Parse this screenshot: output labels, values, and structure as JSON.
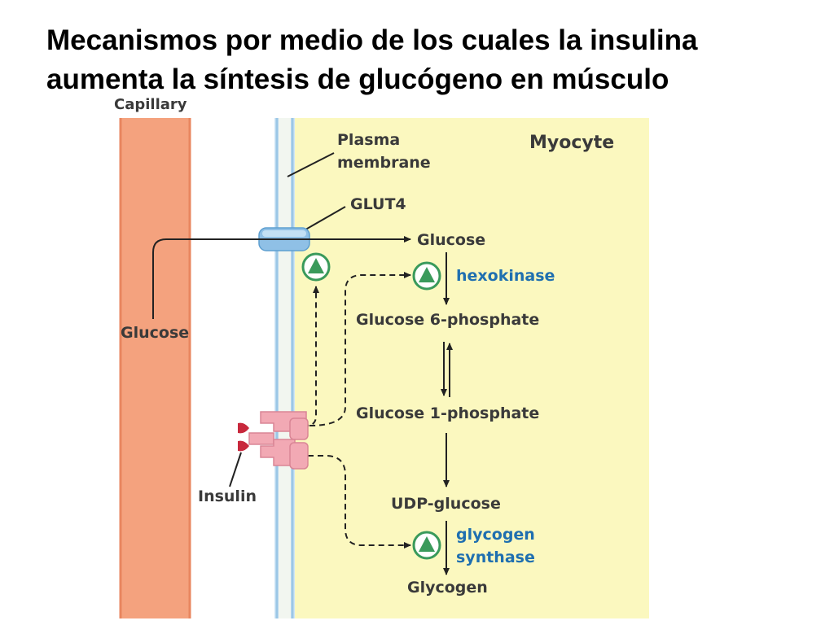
{
  "title": {
    "line1": "Mecanismos por medio de los cuales la insulina",
    "line2": "aumenta la síntesis de glucógeno en músculo"
  },
  "labels": {
    "capillary": "Capillary",
    "plasma_membrane_1": "Plasma",
    "plasma_membrane_2": "membrane",
    "myocyte": "Myocyte",
    "glut4": "GLUT4",
    "glucose_outside": "Glucose",
    "insulin": "Insulin"
  },
  "pathway": {
    "glucose": "Glucose",
    "hexokinase": "hexokinase",
    "glucose_6_phosphate": "Glucose 6-phosphate",
    "glucose_1_phosphate": "Glucose 1-phosphate",
    "udp_glucose": "UDP-glucose",
    "glycogen_synthase_1": "glycogen",
    "glycogen_synthase_2": "synthase",
    "glycogen": "Glycogen"
  },
  "colors": {
    "capillary": "#f4a27e",
    "capillary_edge": "#e8865f",
    "myocyte": "#fbf8bf",
    "membrane_blue": "#bcd9ee",
    "enzyme_text": "#1f6fb0",
    "activator_green": "#3a9a5b",
    "receptor_pink": "#f2a9b4"
  }
}
